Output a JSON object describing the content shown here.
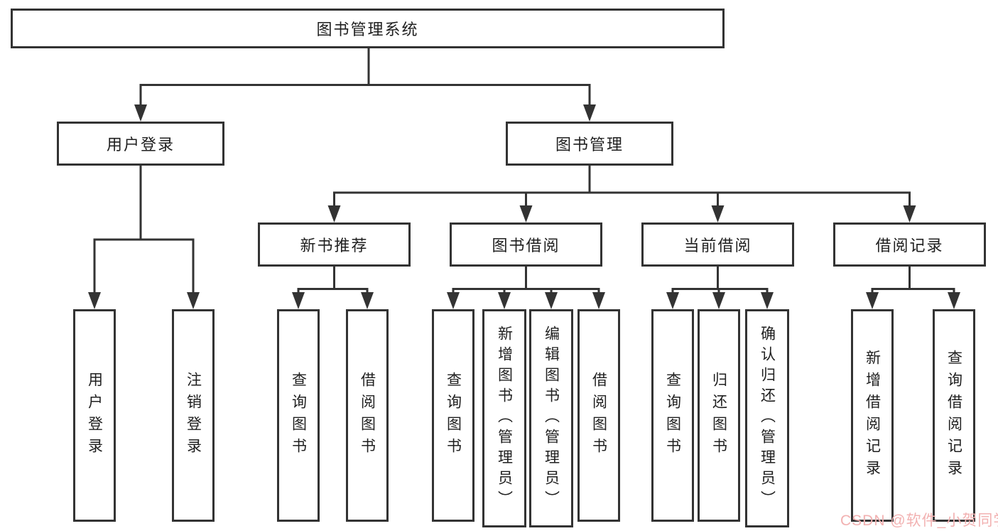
{
  "diagram_title": "图书管理系统",
  "tree": {
    "root": {
      "label": "图书管理系统"
    },
    "l2": [
      {
        "label": "用户登录"
      },
      {
        "label": "图书管理"
      }
    ],
    "l3": [
      {
        "label": "新书推荐",
        "parent": "图书管理"
      },
      {
        "label": "图书借阅",
        "parent": "图书管理"
      },
      {
        "label": "当前借阅",
        "parent": "图书管理"
      },
      {
        "label": "借阅记录",
        "parent": "图书管理"
      }
    ],
    "leaves": [
      {
        "label": "用户登录",
        "parent": "用户登录"
      },
      {
        "label": "注销登录",
        "parent": "用户登录"
      },
      {
        "label": "查询图书",
        "parent": "新书推荐"
      },
      {
        "label": "借阅图书",
        "parent": "新书推荐"
      },
      {
        "label": "查询图书",
        "parent": "图书借阅"
      },
      {
        "label": "新增图书（管理员）",
        "parent": "图书借阅"
      },
      {
        "label": "编辑图书（管理员）",
        "parent": "图书借阅"
      },
      {
        "label": "借阅图书",
        "parent": "图书借阅"
      },
      {
        "label": "查询图书",
        "parent": "当前借阅"
      },
      {
        "label": "归还图书",
        "parent": "当前借阅"
      },
      {
        "label": "确认归还（管理员）",
        "parent": "当前借阅"
      },
      {
        "label": "新增借阅记录",
        "parent": "借阅记录"
      },
      {
        "label": "查询借阅记录",
        "parent": "借阅记录"
      }
    ]
  },
  "watermark": {
    "text": "CSDN @软件_小贺同学",
    "color": "#f2b1b1"
  },
  "colors": {
    "line": "#333333",
    "box_border": "#333333",
    "box_background": "#ffffff",
    "text": "#1f1f1f",
    "page_background": "#ffffff"
  }
}
